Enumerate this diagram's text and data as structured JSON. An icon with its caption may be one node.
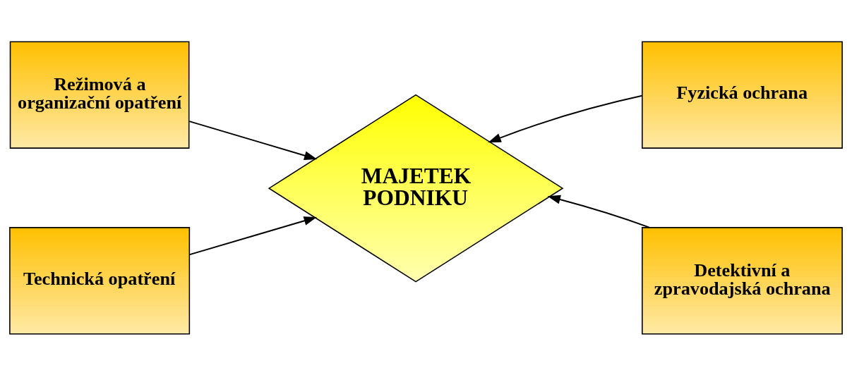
{
  "diagram": {
    "nodes": [
      {
        "text": [
          "Režimová a organizační opatření"
        ]
      },
      {
        "text": [
          "Fyzická ochrana"
        ]
      },
      {
        "text": [
          "MAJETEK PODNIKU"
        ]
      },
      {
        "text": [
          "Technická opatření"
        ]
      },
      {
        "text": [
          "Detektivní a zpravodajská ochrana"
        ]
      }
    ],
    "edges": [
      {
        "from": 0,
        "to": 2,
        "arrow": "to"
      },
      {
        "from": 1,
        "to": 2,
        "arrow": "to"
      },
      {
        "from": 3,
        "to": 2,
        "arrow": "to"
      },
      {
        "from": 4,
        "to": 2,
        "arrow": "to"
      }
    ]
  }
}
